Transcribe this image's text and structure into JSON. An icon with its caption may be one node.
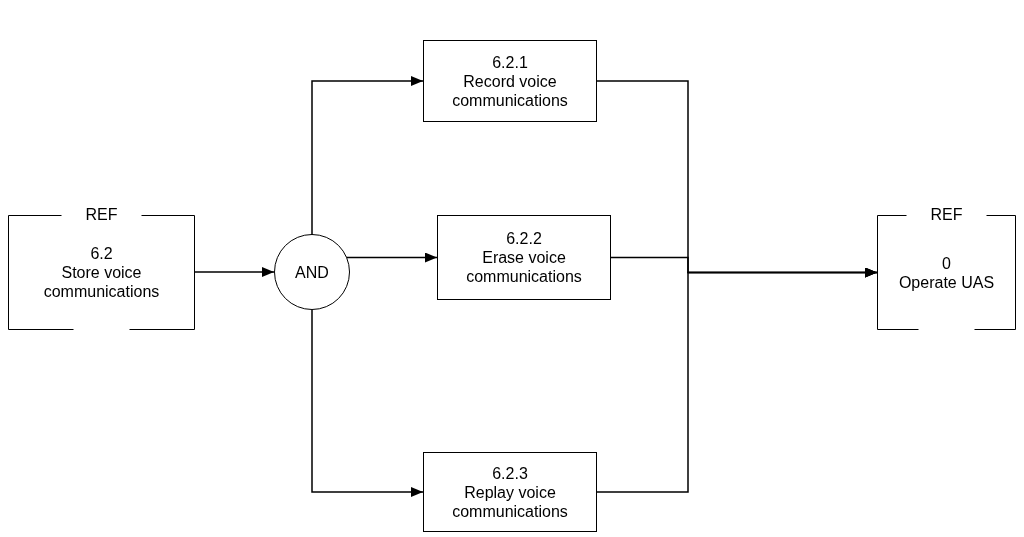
{
  "diagram": {
    "nodes": [
      {
        "text": [
          "REF",
          "6.2",
          "Store voice communications"
        ]
      },
      {
        "text": [
          "AND"
        ]
      },
      {
        "text": [
          "6.2.1",
          "Record voice communications"
        ]
      },
      {
        "text": [
          "6.2.2",
          "Erase voice communications"
        ]
      },
      {
        "text": [
          "6.2.3",
          "Replay voice communications"
        ]
      },
      {
        "text": [
          "REF",
          "0",
          "Operate UAS"
        ]
      }
    ],
    "edges": [
      {
        "from": 0,
        "to": 1,
        "arrow": "to"
      },
      {
        "from": 1,
        "to": 2,
        "arrow": "to"
      },
      {
        "from": 1,
        "to": 3,
        "arrow": "to"
      },
      {
        "from": 1,
        "to": 4,
        "arrow": "to"
      },
      {
        "from": 2,
        "to": 5,
        "arrow": "to"
      },
      {
        "from": 3,
        "to": 5,
        "arrow": "to"
      },
      {
        "from": 4,
        "to": 5,
        "arrow": "to"
      }
    ]
  }
}
